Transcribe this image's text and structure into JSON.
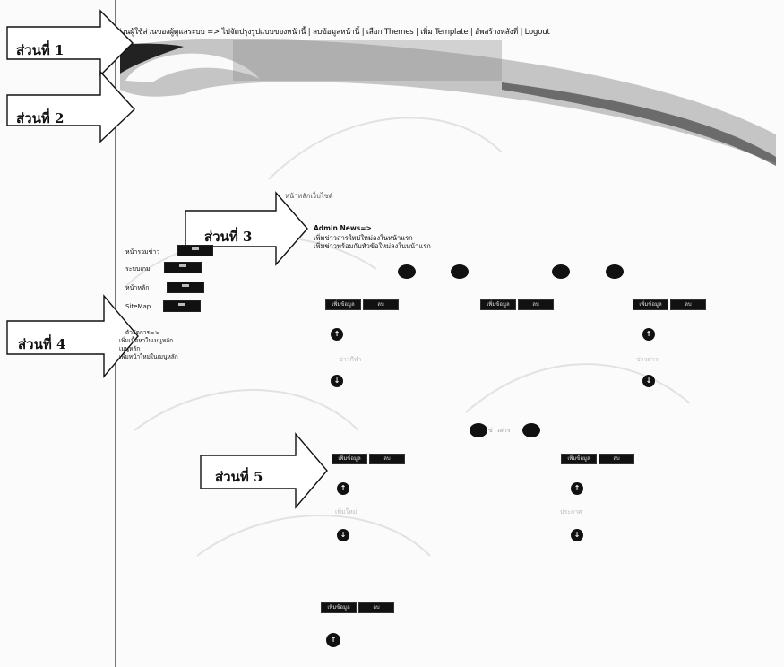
{
  "topbar": {
    "text": "ส่วนผู้ใช้ส่วนของผู้ดูแลระบบ => ไปจัดปรุงรูปแบบของหน้านี้ | ลบข้อมูลหน้านี้ | เลือก Themes | เพิ่ม Template | อัพสร้างหลังที่ | Logout"
  },
  "callouts": [
    {
      "label": "ส่วนที่ 1"
    },
    {
      "label": "ส่วนที่ 2"
    },
    {
      "label": "ส่วนที่ 3"
    },
    {
      "label": "ส่วนที่ 4"
    },
    {
      "label": "ส่วนที่ 5"
    }
  ],
  "content": {
    "page_label": "หน้าหลักเว็บไซต์",
    "admin_news_title": "Admin News=>",
    "admin_news_line1": "เพิ่มข่าวสารใหม่ใหม่ลงในหน้าแรก",
    "admin_news_line2": "เพิ่มข่าวพร้อมกับหัวข้อใหม่ลงในหน้าแรก"
  },
  "sidebar": {
    "items": [
      {
        "label": "หน้ารวมข่าว"
      },
      {
        "label": "ระบบเกม"
      },
      {
        "label": "หน้าหลัก"
      },
      {
        "label": "SiteMap"
      }
    ],
    "admin_title": "ตัวจัดการ=>",
    "admin_line1": "เพิ่มเนื้อหาในเมนูหลัก",
    "admin_line2": "เมนูหลัก",
    "admin_line3": "เพิ่มหน้าใหม่ในเมนูหลัก"
  },
  "blocks": {
    "add_label": "เพิ่มข้อมูล",
    "del_label": "ลบ",
    "item_a": "ข่าวกีฬา",
    "item_b": "ข่าวสาร",
    "item_c": "เพิ่มใหม่",
    "item_d": "ประกาศ",
    "center_label": "ข่าวสาร"
  }
}
